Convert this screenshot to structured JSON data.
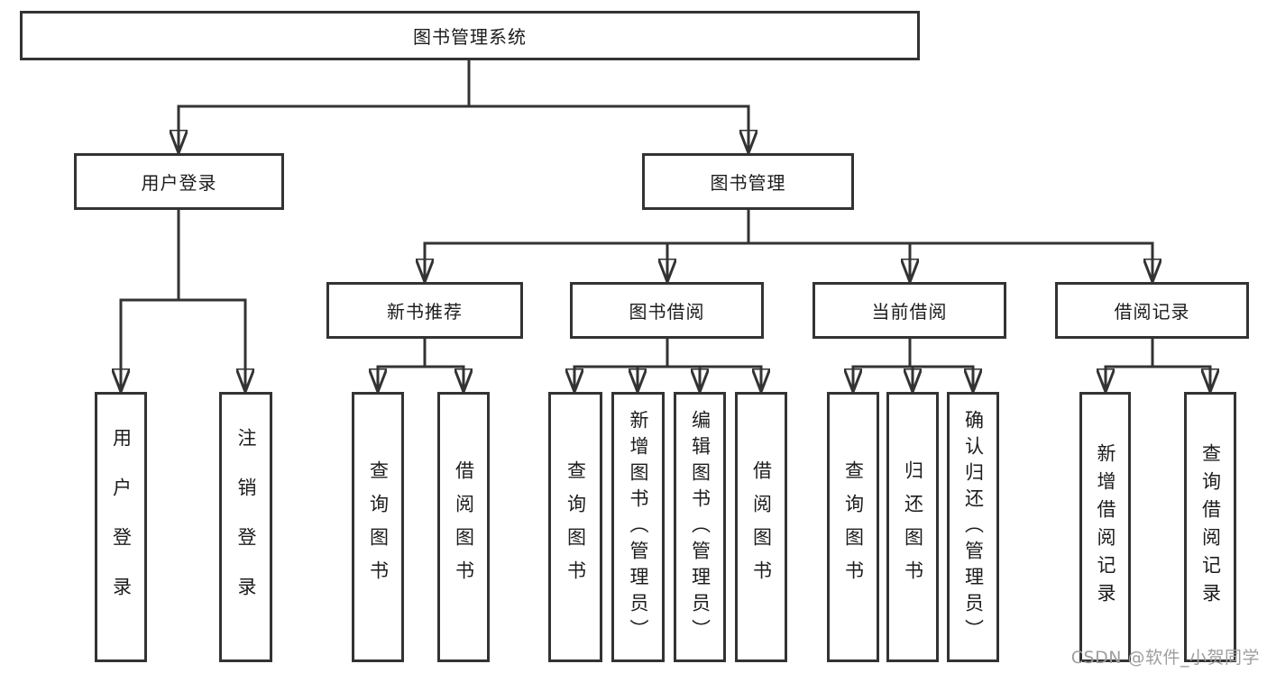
{
  "tree": {
    "label": "图书管理系统",
    "children": [
      {
        "label": "用户登录",
        "children": [
          {
            "label": "用户登录"
          },
          {
            "label": "注销登录"
          }
        ]
      },
      {
        "label": "图书管理",
        "children": [
          {
            "label": "新书推荐",
            "children": [
              {
                "label": "查询图书"
              },
              {
                "label": "借阅图书"
              }
            ]
          },
          {
            "label": "图书借阅",
            "children": [
              {
                "label": "查询图书"
              },
              {
                "label": "新增图书（管理员）"
              },
              {
                "label": "编辑图书（管理员）"
              },
              {
                "label": "借阅图书"
              }
            ]
          },
          {
            "label": "当前借阅",
            "children": [
              {
                "label": "查询图书"
              },
              {
                "label": "归还图书"
              },
              {
                "label": "确认归还（管理员）"
              }
            ]
          },
          {
            "label": "借阅记录",
            "children": [
              {
                "label": "新增借阅记录"
              },
              {
                "label": "查询借阅记录"
              }
            ]
          }
        ]
      }
    ]
  },
  "watermark": {
    "text": "CSDN @软件_小贺同学"
  },
  "colors": {
    "line": "#333333",
    "box_border": "#333333",
    "text": "#1c1c1c",
    "watermark": "#9e9e9e",
    "background": "#ffffff"
  }
}
